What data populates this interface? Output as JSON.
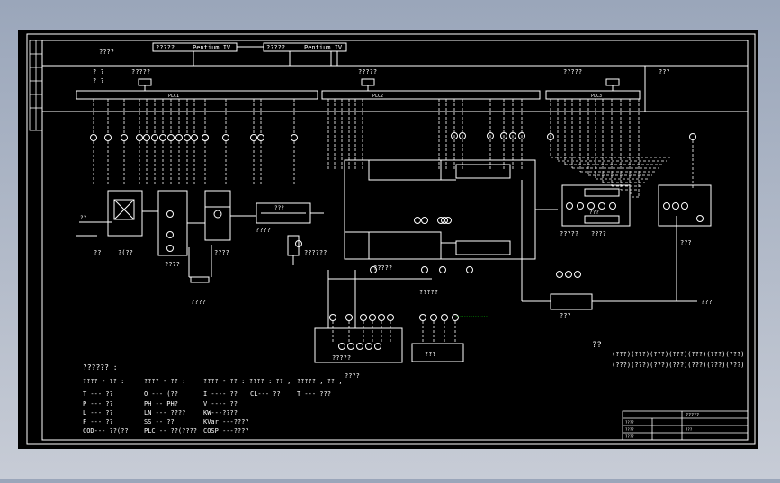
{
  "header_boxes": [
    {
      "code": "?????",
      "label": "Pentium IV"
    },
    {
      "code": "?????",
      "label": "Pentium IV"
    }
  ],
  "top_left_label": "????",
  "plc_bars": [
    "PLC1",
    "PLC2",
    "PLC3"
  ],
  "plc_headers": [
    "?????",
    "?????",
    "?????"
  ],
  "left_side_labels": [
    "? ?",
    "? ?"
  ],
  "right_top_label": "???",
  "right_mid_label": "???",
  "sub_labels": [
    "??",
    "?(??",
    "????",
    "????",
    "????",
    "????",
    "??????",
    "?????",
    "?????",
    "?????",
    "????",
    "???"
  ],
  "pipe_labels": [
    "???",
    "???",
    "???"
  ],
  "small_pipe_label": "??",
  "cyan_note": "---------------",
  "note_title": "??",
  "note_lines": [
    "(???)(???)(???)(???)(???)(???)(???)",
    "(???)(???)(???)(???)(???)(???)(???)"
  ],
  "legend_title": "?????? :",
  "legend_headers": [
    "???? - ?? :",
    "???? - ?? :",
    "???? - ?? :",
    "???? : ?? ,",
    "????? , ?? ,",
    "????"
  ],
  "legend_col1": [
    "T --- ??",
    "P --- ??",
    "L --- ??",
    "F --- ??",
    "COD--- ??(??"
  ],
  "legend_col2": [
    "O --- (??",
    "PH -- PH?",
    "LN --- ????",
    "SS -- ??",
    "PLC -- ??(????"
  ],
  "legend_col3": [
    "I ---- ??",
    "V ---- ??",
    "KW---????",
    "KVar ---????",
    "COSP ---????"
  ],
  "legend_col4": [
    "CL--- ??",
    "T --- ???"
  ],
  "title_block": {
    "drawing_title": "?????",
    "rows": [
      "????",
      "????",
      "????",
      "???"
    ]
  }
}
